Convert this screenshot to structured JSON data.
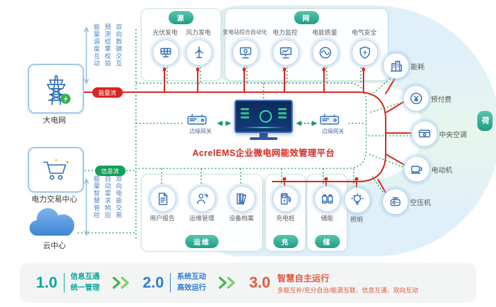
{
  "platform": {
    "title": "AcrelEMS企业微电网能效管理平台"
  },
  "left_column": {
    "grid_label": "大电网",
    "trade_label": "电力交易中心",
    "cloud_label": "云中心",
    "top_annotation": [
      "双向数据交互",
      "预测结果校验",
      "能量调度互动"
    ],
    "bottom_annotation": [
      "双向电能交易",
      "自动需求响应",
      "能量智慧管控"
    ],
    "energy_flow": "能量流",
    "info_flow": "信息流"
  },
  "sections": {
    "source": {
      "header": "源",
      "items": [
        {
          "label": "光伏发电"
        },
        {
          "label": "风力发电"
        }
      ]
    },
    "network": {
      "header": "网",
      "items": [
        {
          "label": "变电站综合自动化"
        },
        {
          "label": "电力监控"
        },
        {
          "label": "电能质量"
        },
        {
          "label": "电气安全"
        }
      ]
    },
    "load": {
      "header": "荷",
      "items": [
        {
          "label": "能耗"
        },
        {
          "label": "预付费"
        },
        {
          "label": "中央空调"
        },
        {
          "label": "电动机"
        },
        {
          "label": "空压机"
        },
        {
          "label": "照明"
        }
      ]
    },
    "maintenance": {
      "header": "运维",
      "items": [
        {
          "label": "用户报告"
        },
        {
          "label": "运维管理"
        },
        {
          "label": "设备档案"
        }
      ]
    },
    "charging": {
      "header": "充",
      "items": [
        {
          "label": "充电桩"
        }
      ]
    },
    "storage": {
      "header": "储",
      "items": [
        {
          "label": "储能"
        }
      ]
    }
  },
  "center": {
    "gateway_left": "边缘网关",
    "gateway_right": "边缘网关"
  },
  "legend": {
    "stages": [
      {
        "version": "1.0",
        "line1": "信息互通",
        "line2": "统一管理"
      },
      {
        "version": "2.0",
        "line1": "系统互动",
        "line2": "高效运行"
      },
      {
        "version": "3.0",
        "line1": "智慧自主运行",
        "line2": "多能互补/充分自治/能源互联、信息互通、双向互动"
      }
    ]
  },
  "colors": {
    "energy_flow": "#d8261e",
    "info_flow": "#12a05a",
    "teal": "#1f9e87",
    "blue": "#2e7fd0",
    "orange": "#e4573d"
  }
}
